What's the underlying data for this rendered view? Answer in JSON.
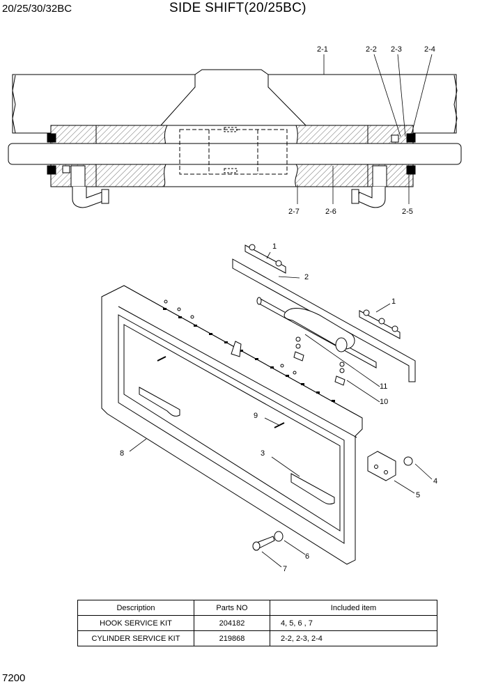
{
  "header": {
    "model": "20/25/30/32BC",
    "title": "SIDE SHIFT(20/25BC)"
  },
  "footer": {
    "page_number": "7200"
  },
  "section_callouts": {
    "c2_1": "2-1",
    "c2_2": "2-2",
    "c2_3": "2-3",
    "c2_4": "2-4",
    "c2_5": "2-5",
    "c2_6": "2-6",
    "c2_7": "2-7"
  },
  "exploded_callouts": {
    "c1a": "1",
    "c1b": "1",
    "c2": "2",
    "c3": "3",
    "c4": "4",
    "c5": "5",
    "c6": "6",
    "c7": "7",
    "c8": "8",
    "c9": "9",
    "c10": "10",
    "c11": "11"
  },
  "kit_table": {
    "headers": [
      "Description",
      "Parts NO",
      "Included item"
    ],
    "rows": [
      [
        "HOOK SERVICE KIT",
        "204182",
        "4, 5, 6 , 7"
      ],
      [
        "CYLINDER SERVICE KIT",
        "219868",
        "2-2, 2-3, 2-4"
      ]
    ]
  }
}
